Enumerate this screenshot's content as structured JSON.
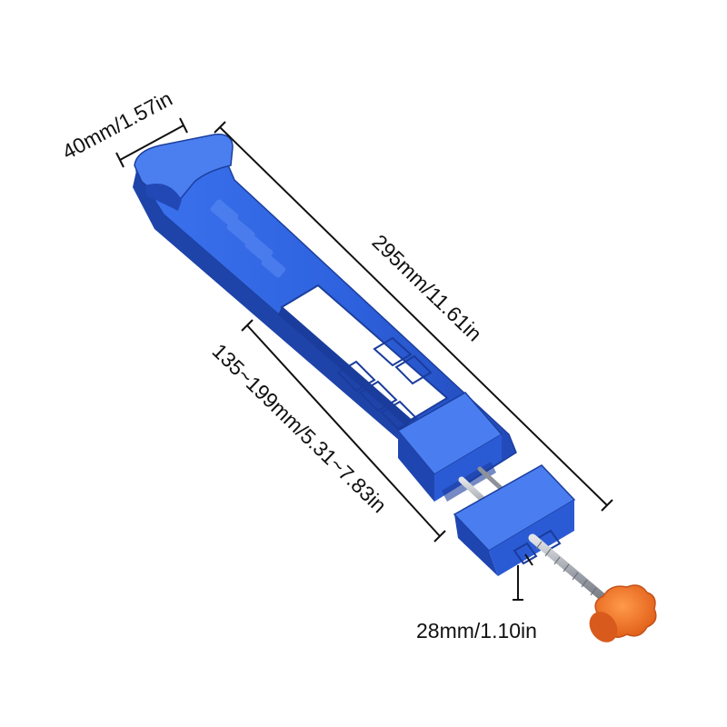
{
  "dimensions": {
    "width_label": "40mm/1.57in",
    "length_label": "295mm/11.61in",
    "range_label": "135~199mm/5.31~7.83in",
    "jaw_label": "28mm/1.10in"
  },
  "colors": {
    "body_blue": "#2f63e0",
    "body_blue_dark": "#1f45b0",
    "body_blue_light": "#5d8cf2",
    "knob_orange": "#f07a2a",
    "screw_steel": "#b9bcc2",
    "line": "#111111"
  }
}
